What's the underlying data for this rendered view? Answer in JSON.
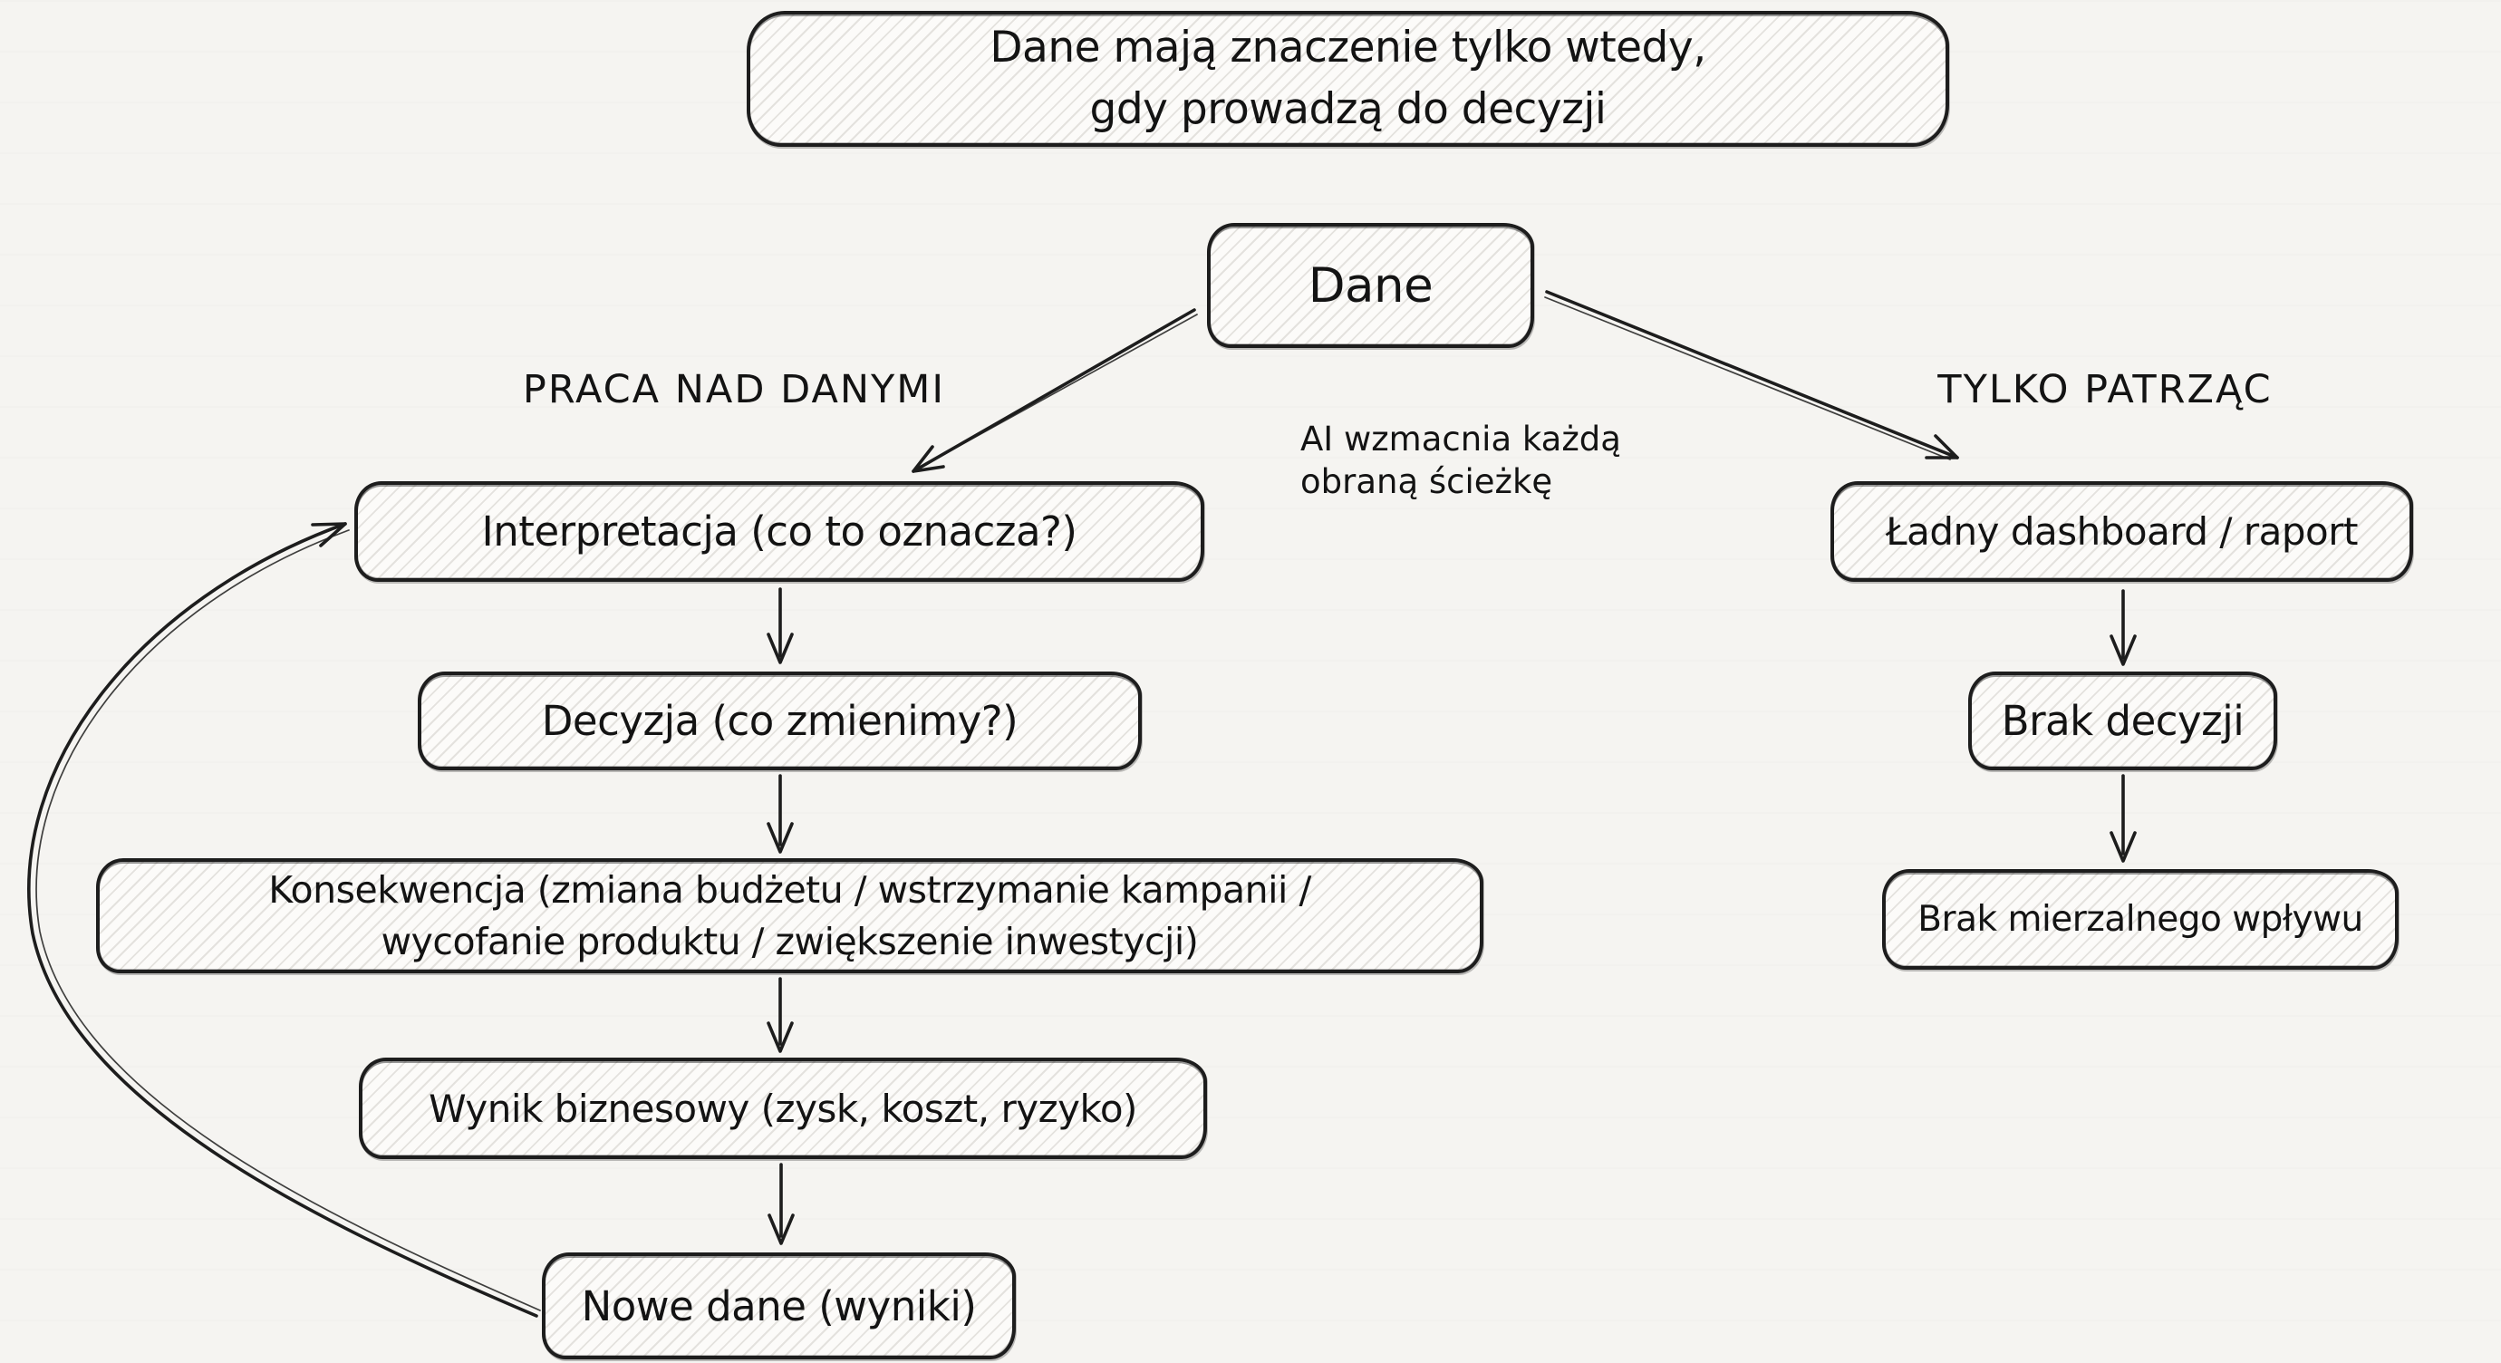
{
  "title": {
    "label": "Dane mają znaczenie tylko wtedy,\ngdy prowadzą do decyzji"
  },
  "nodes": {
    "dane": {
      "label": "Dane"
    },
    "interpretacja": {
      "label": "Interpretacja (co to oznacza?)"
    },
    "decyzja": {
      "label": "Decyzja (co zmienimy?)"
    },
    "konsekwencja": {
      "label": "Konsekwencja (zmiana budżetu / wstrzymanie kampanii /\nwycofanie produktu / zwiększenie inwestycji)"
    },
    "wynik": {
      "label": "Wynik biznesowy (zysk, koszt, ryzyko)"
    },
    "nowe_dane": {
      "label": "Nowe dane (wyniki)"
    },
    "dashboard": {
      "label": "Ładny dashboard / raport"
    },
    "brak_decyzji": {
      "label": "Brak decyzji"
    },
    "brak_wplywu": {
      "label": "Brak mierzalnego wpływu"
    }
  },
  "branch_labels": {
    "left": "PRACA NAD DANYMI",
    "right": "TYLKO PATRZĄC"
  },
  "annotation": {
    "label": "AI wzmacnia każdą\nobraną ścieżkę"
  },
  "colors": {
    "background": "#f5f4f1",
    "node_fill": "#fcfbf9",
    "hatch": "#e4e2de",
    "ink": "#1d1d1d",
    "text": "#131313"
  }
}
